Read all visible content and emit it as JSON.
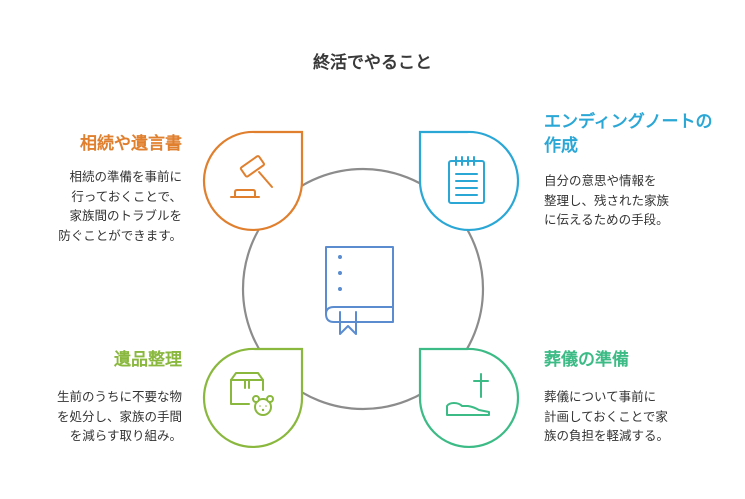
{
  "title": "終活でやること",
  "items": [
    {
      "heading": "相続や遺言書",
      "heading_lines": [
        "相続や遺言書"
      ],
      "desc_lines": [
        "相続の準備を事前に",
        "行っておくことで、",
        "家族間のトラブルを",
        "防ぐことができます。"
      ],
      "color": "#e07f2e",
      "icon": "gavel-icon"
    },
    {
      "heading": "エンディングノートの作成",
      "heading_lines": [
        "エンディングノートの",
        "作成"
      ],
      "desc_lines": [
        "自分の意思や情報を",
        "整理し、残された家族",
        "に伝えるための手段。"
      ],
      "color": "#2ba7d6",
      "icon": "notepad-icon"
    },
    {
      "heading": "遺品整理",
      "heading_lines": [
        "遺品整理"
      ],
      "desc_lines": [
        "生前のうちに不要な物",
        "を処分し、家族の手間",
        "を減らす取り組み。"
      ],
      "color": "#8ab83e",
      "icon": "box-teddy-icon"
    },
    {
      "heading": "葬儀の準備",
      "heading_lines": [
        "葬儀の準備"
      ],
      "desc_lines": [
        "葬儀について事前に",
        "計画しておくことで家",
        "族の負担を軽減する。"
      ],
      "color": "#3dbb86",
      "icon": "grave-cross-icon"
    }
  ],
  "center_icon": "book-icon",
  "colors": {
    "center": "#5a8ccf",
    "ring": "#8c8c8c"
  }
}
